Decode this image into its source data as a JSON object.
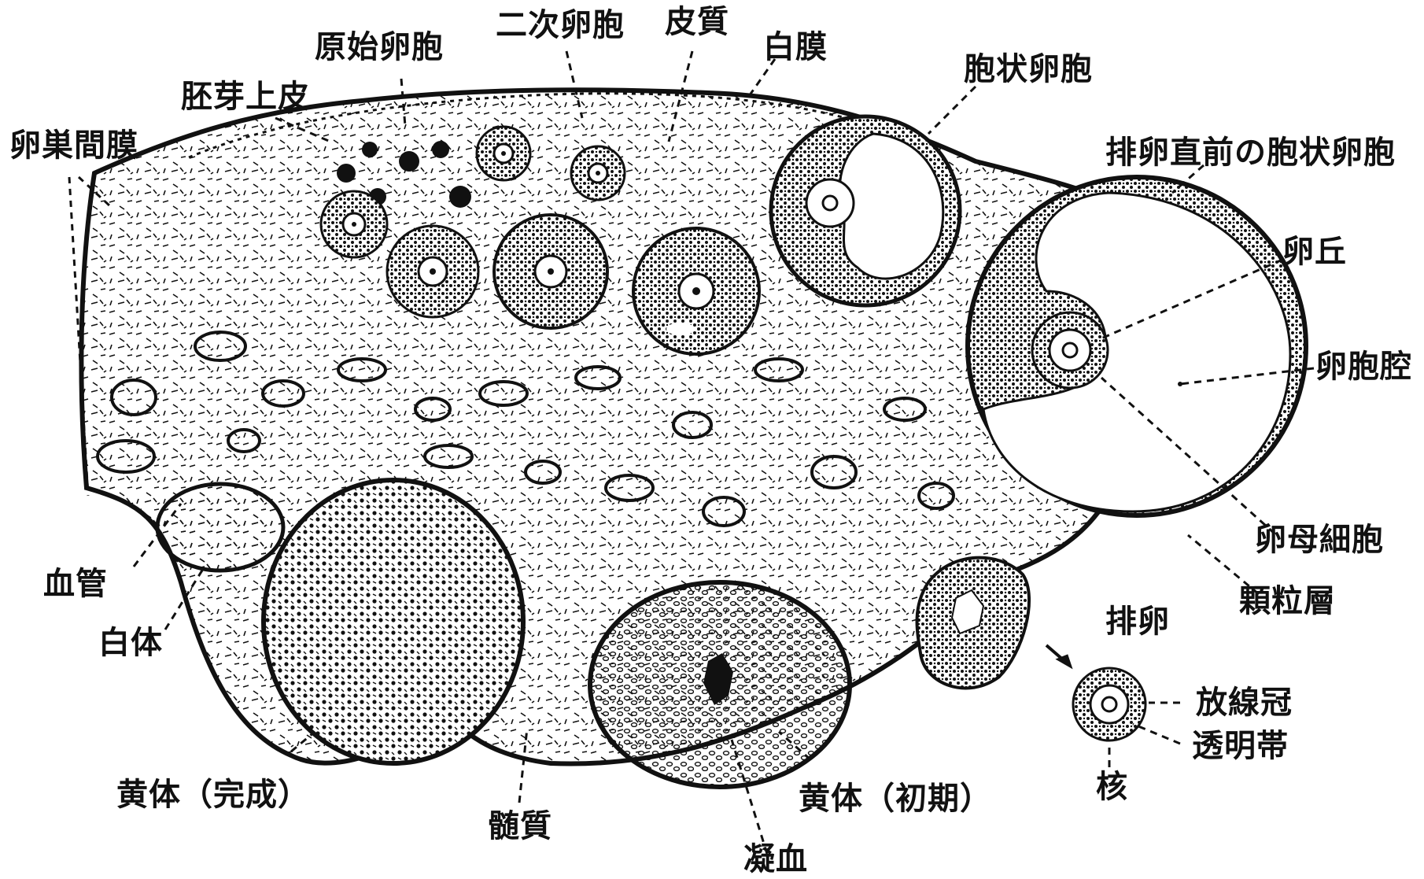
{
  "figure": {
    "colors": {
      "ink": "#111111",
      "paper": "#ffffff",
      "cavity": "#ffffff"
    }
  },
  "labels": {
    "ovarian_mesentery": "卵巣間膜",
    "germinal_epithelium": "胚芽上皮",
    "primordial_follicle": "原始卵胞",
    "secondary_follicle": "二次卵胞",
    "cortex": "皮質",
    "tunica_albuginea": "白膜",
    "vesicular_follicle": "胞状卵胞",
    "preovulatory_follicle": "排卵直前の胞状卵胞",
    "cumulus": "卵丘",
    "antrum": "卵胞腔",
    "oocyte": "卵母細胞",
    "granulosa_layer": "顆粒層",
    "ovulation": "排卵",
    "corona_radiata": "放線冠",
    "zona_pellucida": "透明帯",
    "nucleus": "核",
    "blood_vessel": "血管",
    "corpus_albicans": "白体",
    "corpus_luteum_mature": "黄体（完成）",
    "medulla": "髄質",
    "corpus_luteum_early": "黄体（初期）",
    "coagulated_blood": "凝血"
  }
}
